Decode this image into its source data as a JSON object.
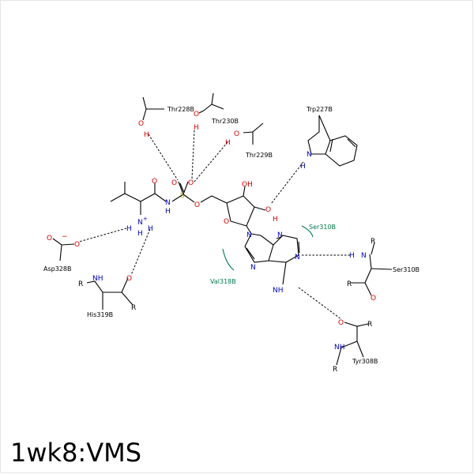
{
  "title": "1wk8:VMS",
  "residues": {
    "thr228": "Thr228B",
    "thr230": "Thr230B",
    "thr229": "Thr229B",
    "trp227": "Trp227B",
    "ser310_hyd": "Ser310B",
    "ser310": "Ser310B",
    "asp328": "Asp328B",
    "his319": "His319B",
    "val318": "Val318B",
    "tyr308": "Tyr308B"
  },
  "atoms": {
    "O": "O",
    "N": "N",
    "H": "H",
    "S": "S",
    "R": "R",
    "OH": "OH",
    "NH": "NH",
    "plus": "+",
    "minus": "−",
    "HN": "H",
    "NHH": "H"
  },
  "colors": {
    "nitrogen": "#0000cc",
    "oxygen": "#dd0000",
    "sulfur": "#b3a000",
    "hydrophobic": "#007a4d"
  }
}
